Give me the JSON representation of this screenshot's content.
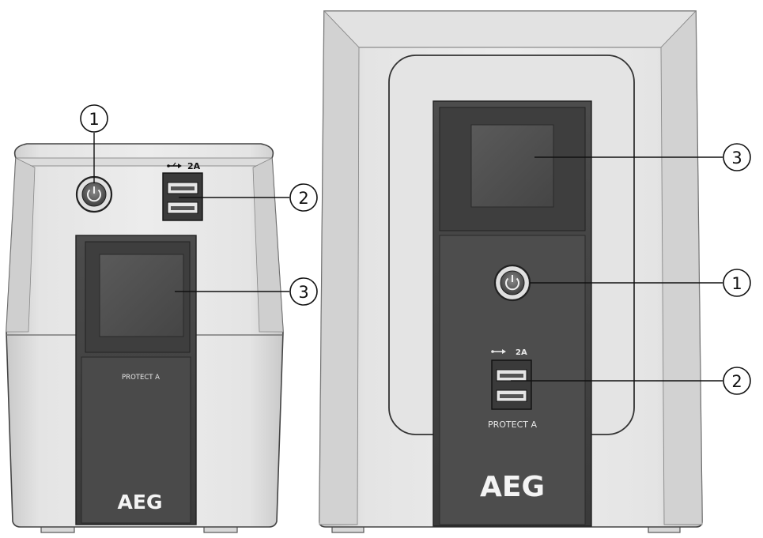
{
  "small_unit": {
    "brand": "AEG",
    "model": "PROTECT A",
    "usb_rating": "2A",
    "callouts": [
      "1",
      "2",
      "3"
    ]
  },
  "large_unit": {
    "brand": "AEG",
    "model": "PROTECT A",
    "usb_rating": "2A",
    "callouts": [
      "3",
      "1",
      "2"
    ]
  }
}
